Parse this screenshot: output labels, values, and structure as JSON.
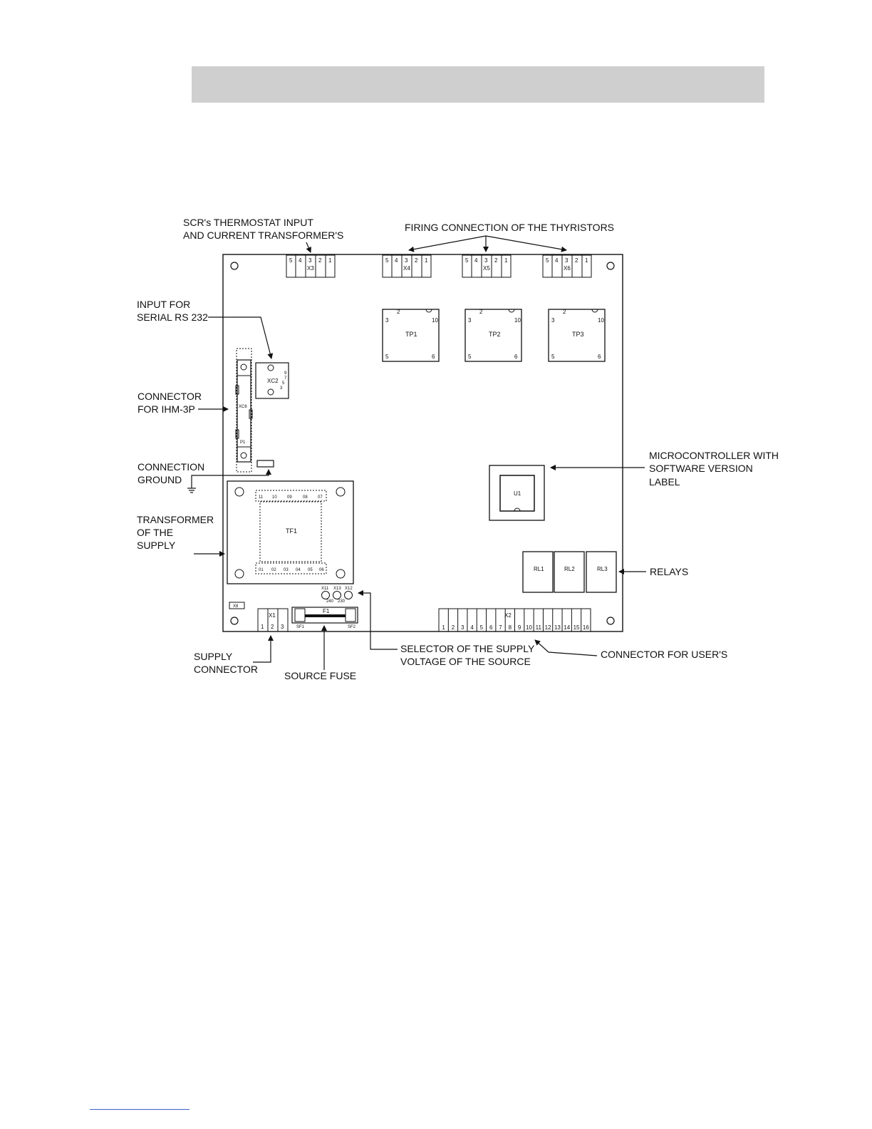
{
  "callouts": {
    "scr_line1": "SCR's THERMOSTAT INPUT",
    "scr_line2": "AND CURRENT TRANSFORMER'S",
    "firing": "FIRING CONNECTION OF THE THYRISTORS",
    "serial_line1": "INPUT FOR",
    "serial_line2": "SERIAL RS 232",
    "ihm_line1": "CONNECTOR",
    "ihm_line2": "FOR IHM-3P",
    "ground_line1": "CONNECTION",
    "ground_line2": "GROUND",
    "transformer_line1": "TRANSFORMER",
    "transformer_line2": "OF THE",
    "transformer_line3": "SUPPLY",
    "micro_line1": "MICROCONTROLLER WITH",
    "micro_line2": "SOFTWARE VERSION",
    "micro_line3": "LABEL",
    "relays": "RELAYS",
    "supply_line1": "SUPPLY",
    "supply_line2": "CONNECTOR",
    "fuse": "SOURCE FUSE",
    "selector_line1": "SELECTOR OF THE SUPPLY",
    "selector_line2": "VOLTAGE OF THE SOURCE",
    "users": "CONNECTOR FOR USER'S"
  },
  "board": {
    "x3": "X3",
    "x4": "X4",
    "x5": "X5",
    "x6": "X6",
    "top_pins": [
      "5",
      "4",
      "3",
      "2",
      "1"
    ],
    "tp1": "TP1",
    "tp2": "TP2",
    "tp3": "TP3",
    "tp_pin_2": "2",
    "tp_pin_3": "3",
    "tp_pin_10": "10",
    "tp_pin_5": "5",
    "tp_pin_6": "6",
    "xc2": "XC2",
    "xc2_pins": [
      "3",
      "5",
      "7",
      "9"
    ],
    "xc6": "XC6",
    "xc6_p1": "P1",
    "tf1": "TF1",
    "tf1_top_pins": [
      "11",
      "10",
      "09",
      "08",
      "07"
    ],
    "tf1_bottom_pins": [
      "01",
      "02",
      "03",
      "04",
      "05",
      "06"
    ],
    "u1": "U1",
    "rl1": "RL1",
    "rl2": "RL2",
    "rl3": "RL3",
    "x8": "X8",
    "x1": "X1",
    "x1_pins": [
      "1",
      "2",
      "3"
    ],
    "f1": "F1",
    "sf1": "SF1",
    "sf2": "SF2",
    "x11": "X11",
    "x13": "X13",
    "x12": "X12",
    "v240": "240",
    "v230": "230",
    "x2": "X2",
    "x2_pins": [
      "1",
      "2",
      "3",
      "4",
      "5",
      "6",
      "7",
      "8",
      "9",
      "10",
      "11",
      "12",
      "13",
      "14",
      "15",
      "16"
    ]
  }
}
